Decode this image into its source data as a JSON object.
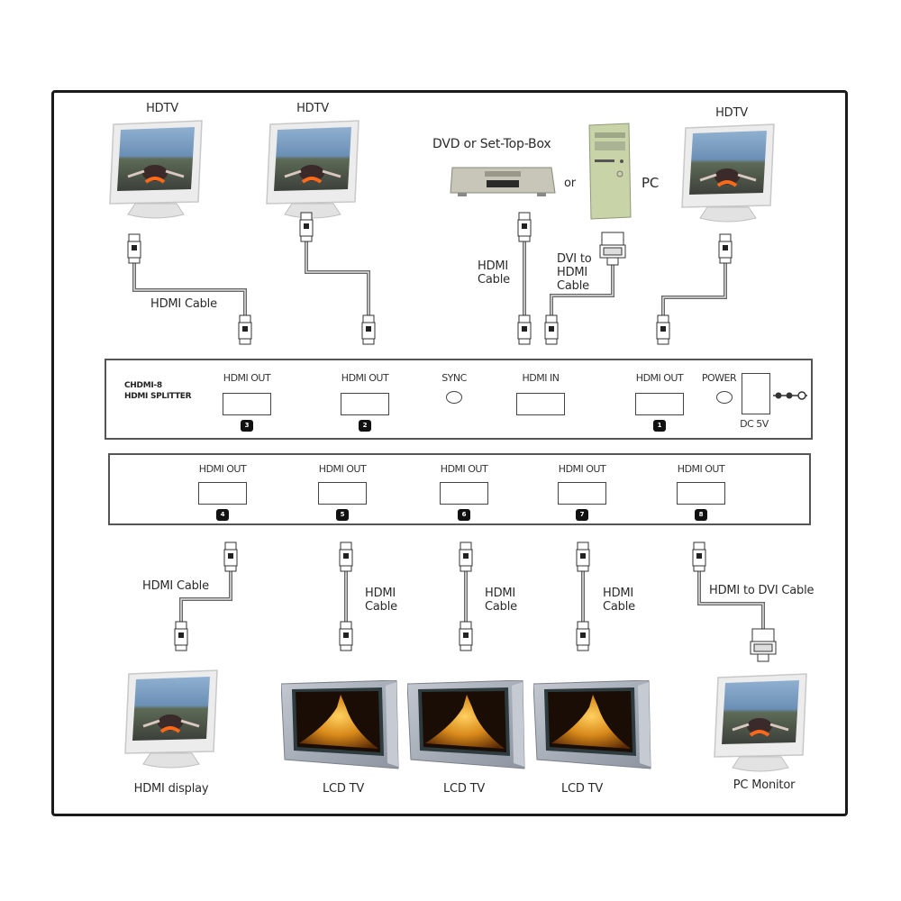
{
  "diagram": {
    "title": "HDMI Splitter Connection Diagram",
    "device": {
      "model": "CHDMI-8",
      "name": "HDMI SPLITTER",
      "model_label": "CHDMI-8\nHDMI SPLITTER"
    },
    "sources": {
      "dvd_label": "DVD or Set-Top-Box",
      "or_label": "or",
      "pc_label": "PC"
    },
    "top_displays": [
      {
        "label": "HDTV"
      },
      {
        "label": "HDTV"
      },
      {
        "label": "HDTV"
      }
    ],
    "top_cables": {
      "hdmi_cable_left": "HDMI Cable",
      "hdmi_cable_source": "HDMI\nCable",
      "dvi_to_hdmi": "DVI to\nHDMI\nCable"
    },
    "front_panel": {
      "ports": [
        {
          "label": "HDMI OUT",
          "number": "3"
        },
        {
          "label": "HDMI OUT",
          "number": "2"
        },
        {
          "label": "HDMI IN",
          "number": ""
        },
        {
          "label": "HDMI OUT",
          "number": "1"
        }
      ],
      "sync_label": "SYNC",
      "power_label": "POWER",
      "dc_label": "DC 5V"
    },
    "rear_panel": {
      "ports": [
        {
          "label": "HDMI OUT",
          "number": "4"
        },
        {
          "label": "HDMI OUT",
          "number": "5"
        },
        {
          "label": "HDMI OUT",
          "number": "6"
        },
        {
          "label": "HDMI OUT",
          "number": "7"
        },
        {
          "label": "HDMI OUT",
          "number": "8"
        }
      ]
    },
    "bottom_cables": [
      {
        "label": "HDMI Cable"
      },
      {
        "label": "HDMI\nCable"
      },
      {
        "label": "HDMI\nCable"
      },
      {
        "label": "HDMI\nCable"
      },
      {
        "label": "HDMI to DVI Cable"
      }
    ],
    "bottom_displays": [
      {
        "label": "HDMI display"
      },
      {
        "label": "LCD TV"
      },
      {
        "label": "LCD TV"
      },
      {
        "label": "LCD TV"
      },
      {
        "label": "PC Monitor"
      }
    ],
    "colors": {
      "frame": "#1a1a1a",
      "pc_case": "#c9d3a8",
      "dvd_body": "#c8c6b8",
      "monitor_bezel": "#ececec",
      "lcd_bezel": "#aab0bb",
      "lcd_screen_image": "#d98a1a",
      "monitor_screen_sky": "#6b8fb5"
    }
  }
}
